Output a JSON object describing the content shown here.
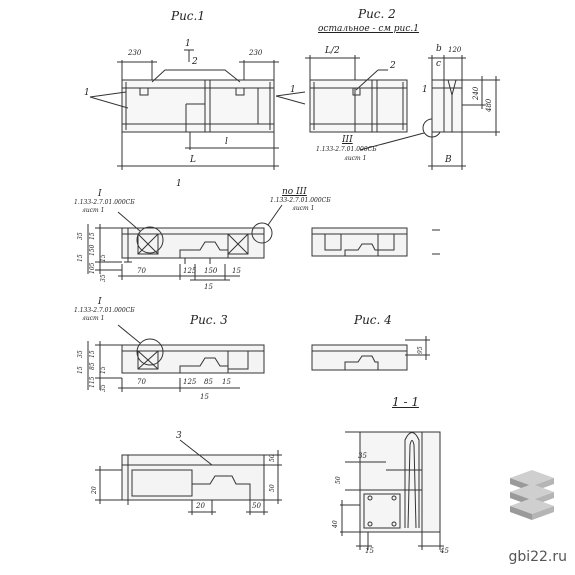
{
  "labels": {
    "fig1_title": "Рис.1",
    "fig2_title": "Рис. 2",
    "fig2_note": "остальное - см рис.1",
    "fig3_title": "Рис. 3",
    "fig4_title": "Рис. 4",
    "section_title": "1 - 1",
    "section_mark_1": "1",
    "section_mark_2": "1",
    "ref_III": "III",
    "ref_I_a": "I",
    "ref_I_b": "I",
    "ref_po_III": "по III",
    "ref_code_1": "1.133-2.7.01.000СБ",
    "ref_sheet_1": "лист 1",
    "ref_code_2": "1.133-2.7.01.000СБ",
    "ref_sheet_2": "лист 1",
    "ref_code_3": "1.133-2.7.01.000СБ",
    "ref_sheet_3": "лист 1",
    "ref_code_4": "1.133-2.7.01.000СБ",
    "ref_sheet_4": "лист 1",
    "leader_1a": "1",
    "leader_1b": "1",
    "leader_1c": "1",
    "leader_2a": "2",
    "leader_2b": "2",
    "leader_3": "3",
    "leader_c": "с",
    "dim_230_a": "230",
    "dim_230_b": "230",
    "dim_L2": "L/2",
    "dim_b": "b",
    "dim_120": "120",
    "dim_240": "240",
    "dim_480": "480",
    "dim_l": "l",
    "dim_L": "L",
    "dim_B": "B",
    "dim_35_a": "35",
    "dim_15_a": "15",
    "dim_150_a": "150",
    "dim_15_b": "15",
    "dim_105": "105",
    "dim_15_c": "15",
    "dim_35_b": "35",
    "dim_70_a": "70",
    "dim_125_a": "125",
    "dim_150_b": "150",
    "dim_15_d": "15",
    "dim_15_e": "15",
    "dim_35_c": "35",
    "dim_15_f": "15",
    "dim_85": "85",
    "dim_15_g": "15",
    "dim_115": "115",
    "dim_15_h": "15",
    "dim_35_d": "35",
    "dim_70_b": "70",
    "dim_125_b": "125",
    "dim_85_b": "85",
    "dim_15_i": "15",
    "dim_15_j": "15",
    "dim_95": "95",
    "dim_50_a": "50",
    "dim_50_b": "50",
    "dim_20_a": "20",
    "dim_20_b": "20",
    "dim_50_c": "50",
    "dim_35_e": "35",
    "dim_50_d": "50",
    "dim_40": "40",
    "dim_15_k": "15",
    "dim_45": "45"
  },
  "watermark": "gbi22.ru"
}
